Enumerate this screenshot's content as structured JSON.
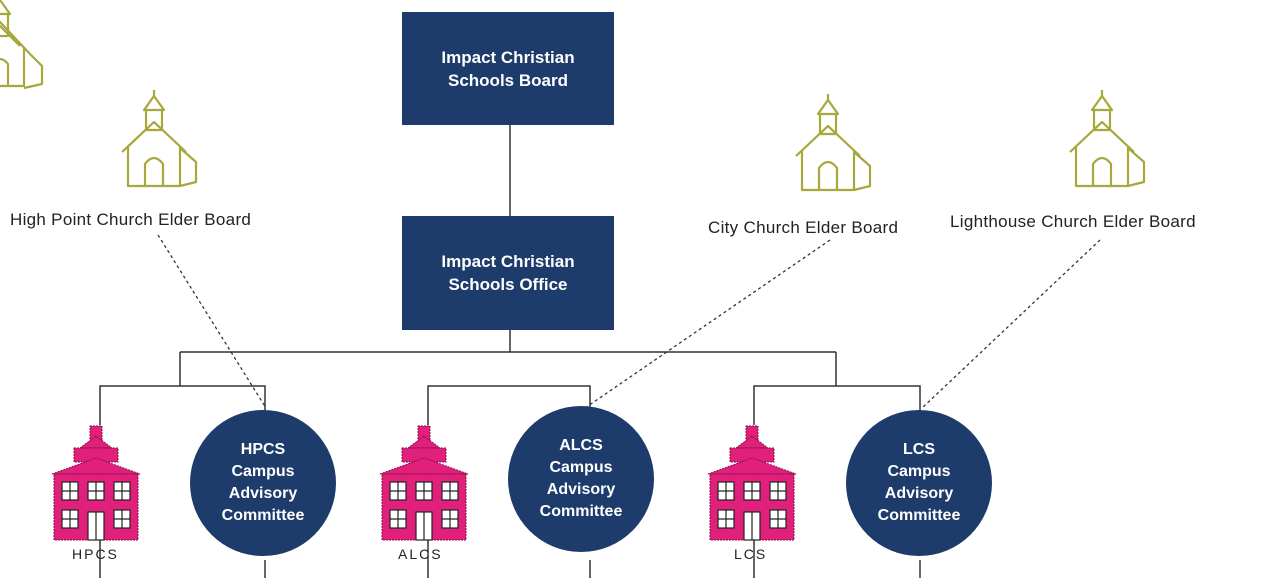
{
  "board": {
    "title": "Impact Christian\nSchools Board"
  },
  "office": {
    "title": "Impact Christian\nSchools Office"
  },
  "churches": [
    {
      "label": "High Point Church Elder Board"
    },
    {
      "label": "City Church Elder Board"
    },
    {
      "label": "Lighthouse Church Elder Board"
    }
  ],
  "campuses": [
    {
      "school": "HPCS",
      "committee": "HPCS\nCampus\nAdvisory\nCommittee"
    },
    {
      "school": "ALCS",
      "committee": "ALCS\nCampus\nAdvisory\nCommittee"
    },
    {
      "school": "LCS",
      "committee": "LCS\nCampus\nAdvisory\nCommittee"
    }
  ],
  "colors": {
    "node": "#1d3b6b",
    "church": "#a7a73c",
    "schoolhouse": "#e0207a",
    "line": "#333333"
  }
}
